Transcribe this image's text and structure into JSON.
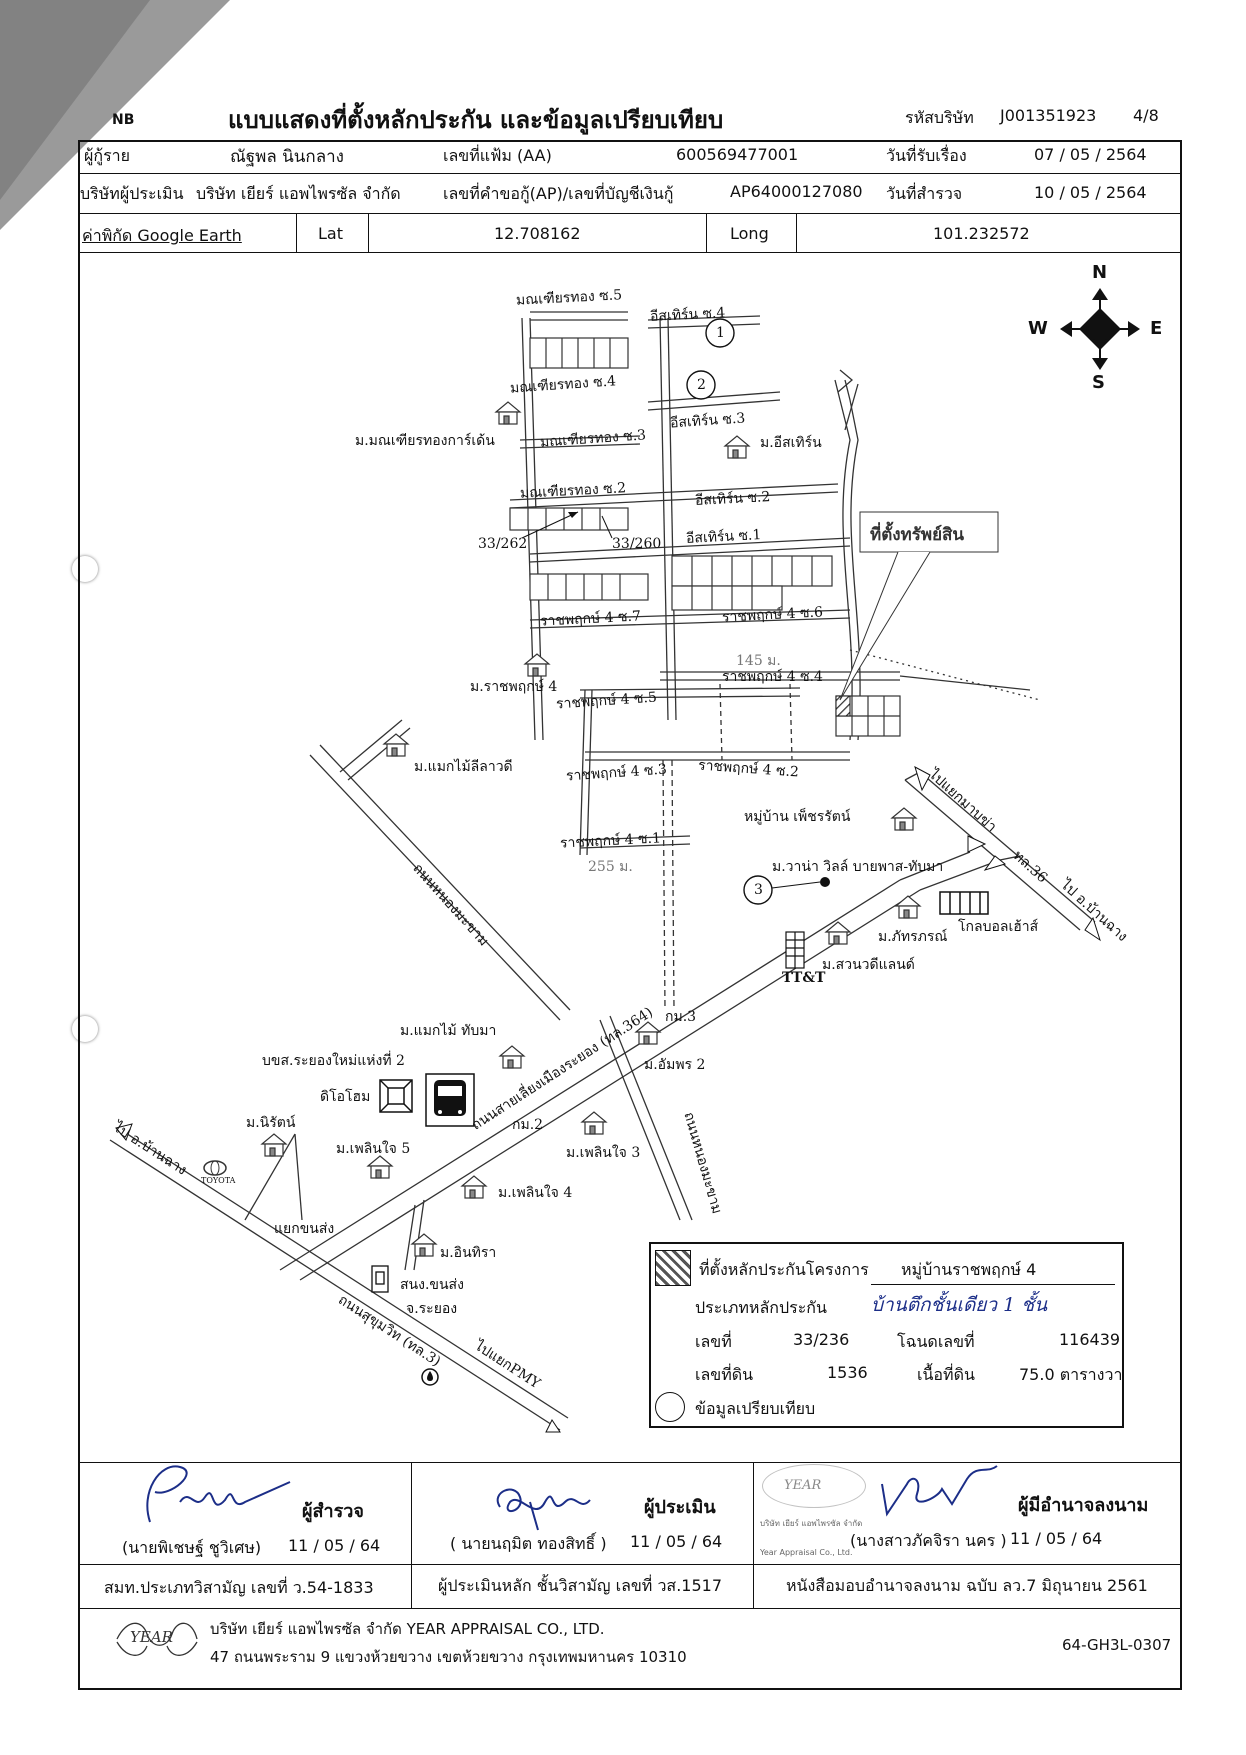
{
  "header": {
    "corner_mark": "NB",
    "title": "แบบแสดงที่ตั้งหลักประกัน และข้อมูลเปรียบเทียบ",
    "company_code_label": "รหัสบริษัท",
    "company_code": "J001351923",
    "page": "4/8"
  },
  "info": {
    "borrower_label": "ผู้กู้ราย",
    "borrower": "ณัฐพล นินกลาง",
    "file_no_label": "เลขที่แฟ้ม (AA)",
    "file_no": "600569477001",
    "received_label": "วันที่รับเรื่อง",
    "received_date": "07 / 05 / 2564",
    "appraiser_company_label": "บริษัทผู้ประเมิน",
    "appraiser_company": "บริษัท เยียร์ แอพไพรซัล จำกัด",
    "loan_no_label": "เลขที่คำขอกู้(AP)/เลขที่บัญชีเงินกู้",
    "loan_no": "AP64000127080",
    "survey_label": "วันที่สำรวจ",
    "survey_date": "10 / 05 / 2564",
    "coord_label": "ค่าพิกัด Google Earth",
    "lat_label": "Lat",
    "lat": "12.708162",
    "long_label": "Long",
    "long": "101.232572"
  },
  "map": {
    "compass": {
      "n": "N",
      "s": "S",
      "e": "E",
      "w": "W"
    },
    "labels": {
      "mn5": "มณเฑียรทอง ซ.5",
      "es4": "อีสเทิร์น ซ.4",
      "mn4": "มณเฑียรทอง ซ.4",
      "mn_village": "ม.มณเฑียรทองการ์เด้น",
      "mn3": "มณเฑียรทอง ซ.3",
      "es3": "อีสเทิร์น ซ.3",
      "es_village": "ม.อีสเทิร์น",
      "mn2": "มณเฑียรทอง ซ.2",
      "es2": "อีสเทิร์น ซ.2",
      "es1": "อีสเทิร์น ซ.1",
      "h262": "33/262",
      "h260": "33/260",
      "asset_loc": "ที่ตั้งทรัพย์สิน",
      "rp47": "ราชพฤกษ์ 4 ซ.7",
      "rp46": "ราชพฤกษ์ 4 ซ.6",
      "dist145": "145 ม.",
      "rp44": "ราชพฤกษ์ 4 ซ.4",
      "rp_village": "ม.ราชพฤกษ์ 4",
      "rp45": "ราชพฤกษ์ 4 ซ.5",
      "mk_lilawadee": "ม.แมกไม้ลีลาวดี",
      "rp43": "ราชพฤกษ์ 4 ซ.3",
      "rp42": "ราชพฤกษ์ 4 ซ.2",
      "to_map_ta_phut": "ไปแยกมาบข่า",
      "rt36": "ทล.36",
      "to_ban_chang": "ไป อ.บ้านฉาง",
      "petcharat": "หมู่บ้าน เพ็ชรรัตน์",
      "rp41": "ราชพฤกษ์ 4 ซ.1",
      "dist255": "255 ม.",
      "wana_ville": "ม.วาน่า วิลล์ บายพาส-ทับมา",
      "globe_house": "โกลบอลเฮ้าส์",
      "pattaraporn": "ม.ภัทรภรณ์",
      "tt_t": "TT&T",
      "suanwadee": "ม.สวนวดีแลนด์",
      "road_nonghom": "ถนนหนองมะขาม",
      "mk_thapma": "ม.แมกไม้ ทับมา",
      "km3": "กม.3",
      "bus_terminal": "บขส.ระยองใหม่แห่งที่ 2",
      "amporn2": "ม.อัมพร 2",
      "dohome": "ดิโอโฮม",
      "bypass_road": "ถนนสายเลี่ยงเมืองระยอง (ทล.364)",
      "km2": "กม.2",
      "nirat": "ม.นิรัตน์",
      "ploenchai5": "ม.เพลินใจ 5",
      "ploenchai3": "ม.เพลินใจ 3",
      "road_nonghom2": "ถนนหนองมะขาม",
      "ploenchai4": "ม.เพลินใจ 4",
      "to_ban_chang2": "ไป อ.บ้านฉาง",
      "toyota": "TOYOTA",
      "khonsong_junction": "แยกขนส่ง",
      "intira": "ม.อินทิรา",
      "transport_office": "สนง.ขนส่ง",
      "sukhumvit": "ถนนสุขุมวิท (ทล.3)",
      "province": "จ.ระยอง",
      "to_pmy": "ไปแยกPMY",
      "marker1": "1",
      "marker2": "2",
      "marker3": "3"
    }
  },
  "legend": {
    "project_label": "ที่ตั้งหลักประกันโครงการ",
    "project": "หมู่บ้านราชพฤกษ์ 4",
    "type_label": "ประเภทหลักประกัน",
    "type_value": "บ้านตึกชั้นเดียว 1 ชั้น",
    "no_label": "เลขที่",
    "no": "33/236",
    "deed_label": "โฉนดเลขที่",
    "deed": "116439",
    "land_no_label": "เลขที่ดิน",
    "land_no": "1536",
    "area_label": "เนื้อที่ดิน",
    "area": "75.0 ตารางวา",
    "compare_label": "ข้อมูลเปรียบเทียบ"
  },
  "signatures": {
    "surveyor_title": "ผู้สำรวจ",
    "surveyor_name": "(นายพิเชษฐ์ ชูวิเศษ)",
    "surveyor_date": "11 / 05 / 64",
    "surveyor_license": "สมท.ประเภทวิสามัญ เลขที่ ว.54-1833",
    "appraiser_title": "ผู้ประเมิน",
    "appraiser_name": "( นายนฤมิต ทองสิทธิ์ )",
    "appraiser_date": "11 / 05 / 64",
    "appraiser_license": "ผู้ประเมินหลัก ชั้นวิสามัญ เลขที่ วส.1517",
    "authorized_title": "ผู้มีอำนาจลงนาม",
    "authorized_name": "(นางสาวภัคจิรา นคร )",
    "authorized_date": "11 / 05 / 64",
    "authorized_doc": "หนังสือมอบอำนาจลงนาม ฉบับ ลว.7 มิถุนายน 2561",
    "stamp_text": "YEAR",
    "stamp_company_th": "บริษัท เยียร์ แอพไพรซัล จำกัด",
    "stamp_company_en": "Year Appraisal Co., Ltd."
  },
  "footer": {
    "logo_text": "YEAR",
    "company": "บริษัท เยียร์ แอพไพรซัล จำกัด  YEAR APPRAISAL CO., LTD.",
    "address": "47 ถนนพระราม 9 แขวงห้วยขวาง เขตห้วยขวาง กรุงเทพมหานคร 10310",
    "doc_code": "64-GH3L-0307"
  }
}
